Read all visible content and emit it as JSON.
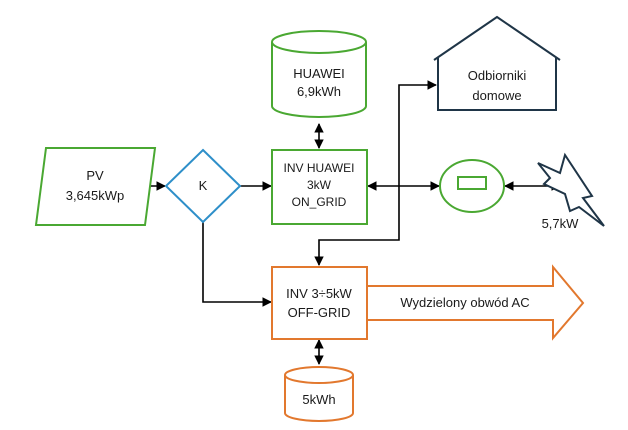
{
  "nodes": {
    "huawei_battery": {
      "line1": "HUAWEI",
      "line2": "6,9kWh"
    },
    "home_loads": {
      "line1": "Odbiorniki",
      "line2": "domowe"
    },
    "pv": {
      "line1": "PV",
      "line2": "3,645kWp"
    },
    "switch_k": {
      "label": "K"
    },
    "inv_huawei": {
      "line1": "INV HUAWEI",
      "line2": "3kW",
      "line3": "ON_GRID"
    },
    "grid": {
      "label": "5,7kW"
    },
    "inv_offgrid": {
      "line1": "INV 3÷5kW",
      "line2": "OFF-GRID"
    },
    "offgrid_battery": {
      "label": "5kWh"
    },
    "dedicated_circuit": {
      "label": "Wydzielony obwód AC"
    }
  },
  "colors": {
    "green": "#4aa832",
    "orange": "#e2782e",
    "blue": "#2e8fc9",
    "navy": "#1f3547",
    "black": "#000000"
  }
}
